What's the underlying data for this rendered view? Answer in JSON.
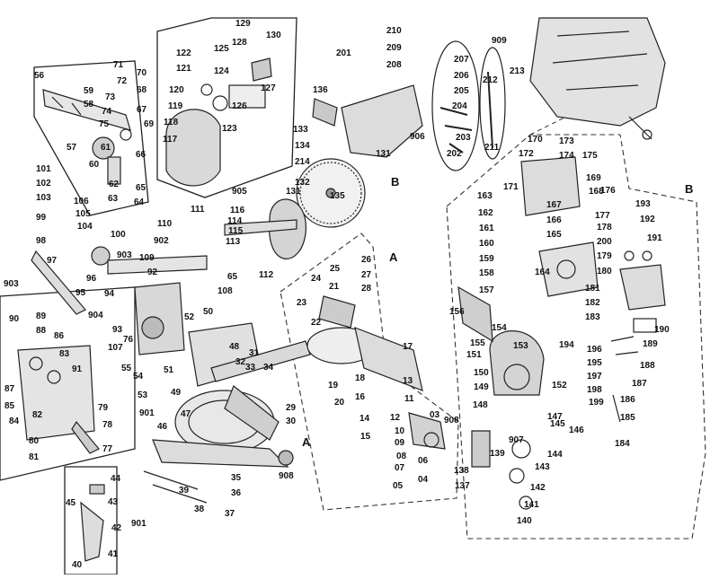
{
  "section_markers": [
    "A",
    "B",
    "A",
    "B"
  ],
  "part_labels": [
    "129",
    "130",
    "128",
    "127",
    "122",
    "125",
    "121",
    "124",
    "126",
    "120",
    "123",
    "119",
    "118",
    "117",
    "56",
    "71",
    "72",
    "70",
    "73",
    "68",
    "74",
    "59",
    "67",
    "75",
    "58",
    "69",
    "61",
    "57",
    "60",
    "66",
    "62",
    "65",
    "63",
    "64",
    "201",
    "210",
    "209",
    "208",
    "136",
    "906",
    "131",
    "207",
    "206",
    "205",
    "204",
    "203",
    "202",
    "133",
    "134",
    "214",
    "132",
    "135",
    "131",
    "905",
    "116",
    "114",
    "115",
    "113",
    "111",
    "112",
    "909",
    "212",
    "213",
    "211",
    "101",
    "102",
    "103",
    "106",
    "105",
    "104",
    "99",
    "100",
    "98",
    "903",
    "97",
    "110",
    "109",
    "902",
    "92",
    "96",
    "95",
    "94",
    "904",
    "93",
    "108",
    "107",
    "55",
    "54",
    "65",
    "76",
    "52",
    "50",
    "53",
    "51",
    "49",
    "903",
    "90",
    "89",
    "88",
    "86",
    "83",
    "91",
    "87",
    "85",
    "84",
    "82",
    "81",
    "80",
    "79",
    "78",
    "77",
    "24",
    "25",
    "26",
    "27",
    "28",
    "23",
    "21",
    "22",
    "17",
    "19",
    "20",
    "18",
    "16",
    "13",
    "11",
    "14",
    "12",
    "15",
    "03",
    "908",
    "10",
    "09",
    "08",
    "07",
    "06",
    "05",
    "04",
    "48",
    "31",
    "33",
    "34",
    "32",
    "29",
    "30",
    "47",
    "46",
    "901",
    "35",
    "36",
    "37",
    "38",
    "39",
    "908",
    "44",
    "45",
    "43",
    "42",
    "901",
    "41",
    "40",
    "170",
    "172",
    "173",
    "174",
    "175",
    "171",
    "169",
    "168",
    "176",
    "163",
    "167",
    "166",
    "165",
    "177",
    "162",
    "178",
    "161",
    "200",
    "160",
    "179",
    "159",
    "180",
    "164",
    "158",
    "181",
    "157",
    "182",
    "183",
    "156",
    "155",
    "154",
    "153",
    "151",
    "194",
    "196",
    "195",
    "197",
    "150",
    "149",
    "198",
    "148",
    "199",
    "152",
    "147",
    "907",
    "145",
    "146",
    "144",
    "139",
    "143",
    "138",
    "142",
    "137",
    "141",
    "140",
    "193",
    "192",
    "191",
    "190",
    "189",
    "188",
    "187",
    "186",
    "185",
    "184"
  ]
}
